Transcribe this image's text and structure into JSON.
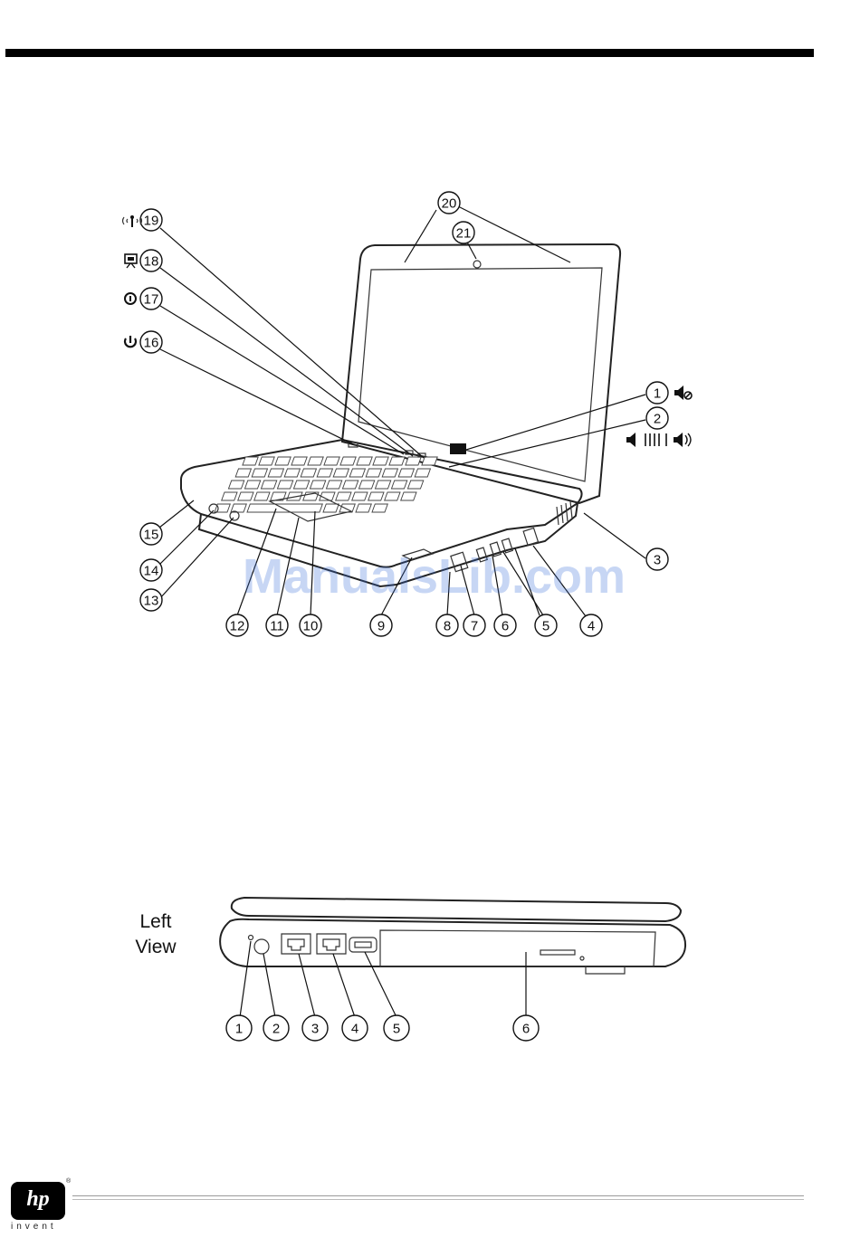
{
  "watermark": "ManualsLib.com",
  "front_view": {
    "callouts": [
      "1",
      "2",
      "3",
      "4",
      "5",
      "6",
      "7",
      "8",
      "9",
      "10",
      "11",
      "12",
      "13",
      "14",
      "15",
      "16",
      "17",
      "18",
      "19",
      "20",
      "21"
    ]
  },
  "left_view": {
    "title_line1": "Left",
    "title_line2": "View",
    "callouts": [
      "1",
      "2",
      "3",
      "4",
      "5",
      "6"
    ]
  },
  "footer": {
    "logo_text": "hp",
    "logo_tagline": "invent",
    "logo_mark": "®"
  },
  "icons": [
    "wireless-icon",
    "presentation-icon",
    "info-icon",
    "power-icon",
    "mute-icon",
    "volume-icon"
  ]
}
